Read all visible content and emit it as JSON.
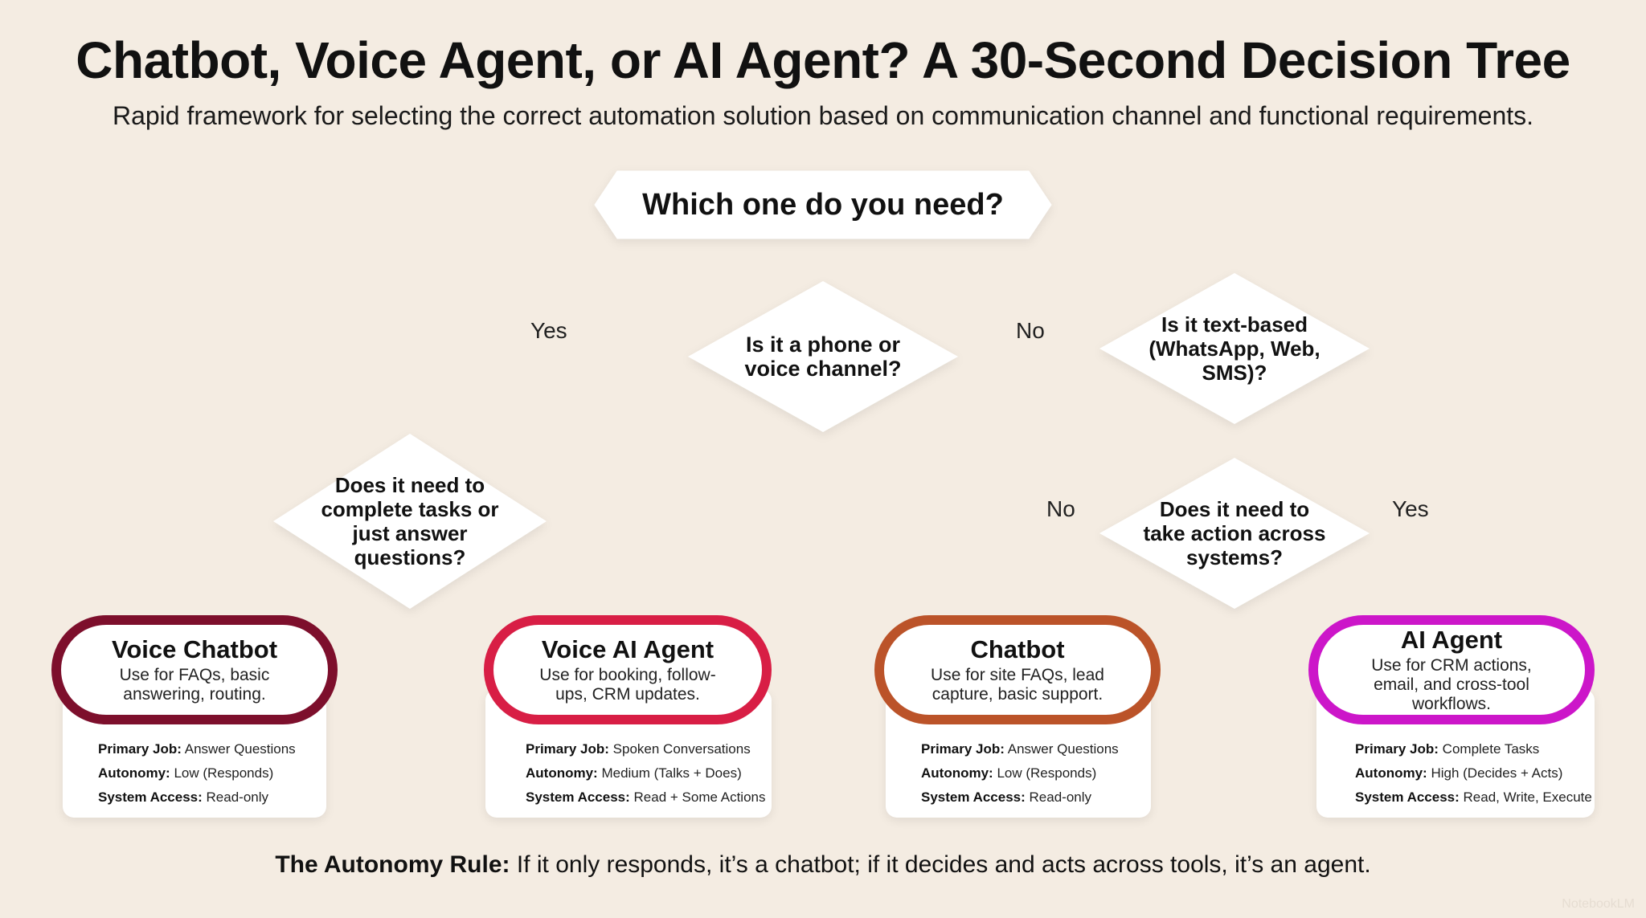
{
  "title": "Chatbot, Voice Agent, or AI Agent? A 30-Second Decision Tree",
  "subtitle": "Rapid framework for selecting the correct automation solution based on communication channel and functional requirements.",
  "start_question": "Which one do you need?",
  "decisions": {
    "channel": "Is it a phone or voice channel?",
    "text_based": "Is it text-based (WhatsApp, Web, SMS)?",
    "tasks": "Does it need to complete tasks or just answer questions?",
    "action": "Does it need to take action across systems?"
  },
  "branches": {
    "channel_yes": "Yes",
    "channel_no": "No",
    "action_no": "No",
    "action_yes": "Yes"
  },
  "outcomes": [
    {
      "name": "Voice Chatbot",
      "desc": "Use for FAQs, basic answering, routing.",
      "color": "#7d0f2c",
      "primary_job_label": "Primary Job:",
      "primary_job": "Answer Questions",
      "autonomy_label": "Autonomy:",
      "autonomy": "Low (Responds)",
      "access_label": "System Access:",
      "access": "Read-only"
    },
    {
      "name": "Voice AI Agent",
      "desc": "Use for booking, follow-ups, CRM updates.",
      "color": "#d81e45",
      "primary_job_label": "Primary Job:",
      "primary_job": "Spoken Conversations",
      "autonomy_label": "Autonomy:",
      "autonomy": "Medium (Talks + Does)",
      "access_label": "System Access:",
      "access": "Read + Some Actions"
    },
    {
      "name": "Chatbot",
      "desc": "Use for site FAQs, lead capture, basic support.",
      "color": "#bb5329",
      "primary_job_label": "Primary Job:",
      "primary_job": "Answer Questions",
      "autonomy_label": "Autonomy:",
      "autonomy": "Low (Responds)",
      "access_label": "System Access:",
      "access": "Read-only"
    },
    {
      "name": "AI Agent",
      "desc": "Use for CRM actions, email, and cross-tool workflows.",
      "color": "#cc16c9",
      "primary_job_label": "Primary Job:",
      "primary_job": "Complete Tasks",
      "autonomy_label": "Autonomy:",
      "autonomy": "High (Decides + Acts)",
      "access_label": "System Access:",
      "access": "Read, Write, Execute"
    }
  ],
  "rule": {
    "label": "The Autonomy Rule:",
    "text": " If it only responds, it’s a chatbot; if it decides and acts across tools, it’s an agent."
  },
  "watermark": "NotebookLM"
}
